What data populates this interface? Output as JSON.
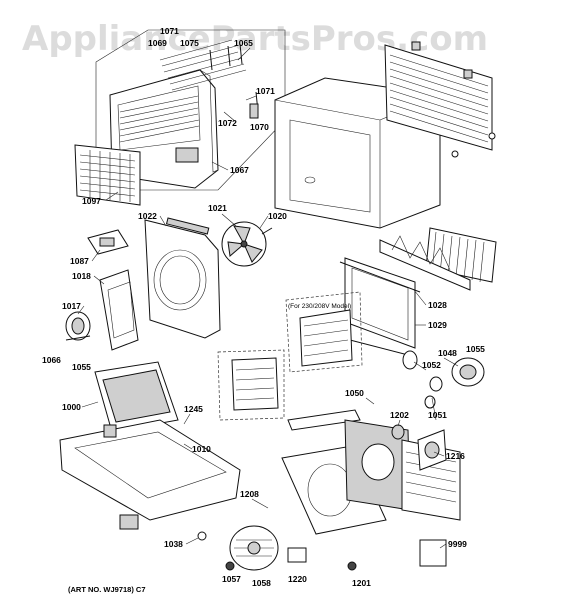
{
  "watermark": "AppliancePartsPros.com",
  "art_number": "(ART NO. WJ9718) C7",
  "model_note": "(For 230/208V Model)",
  "part_labels": {
    "p1071a": "1071",
    "p1069": "1069",
    "p1075": "1075",
    "p1065": "1065",
    "p1071b": "1071",
    "p1072": "1072",
    "p1070": "1070",
    "p1067": "1067",
    "p1097": "1097",
    "p1022": "1022",
    "p1021": "1021",
    "p1020": "1020",
    "p1087": "1087",
    "p1018": "1018",
    "p1017": "1017",
    "p1066": "1066",
    "p1055a": "1055",
    "p1000": "1000",
    "p1245": "1245",
    "p1010": "1010",
    "p1028": "1028",
    "p1029": "1029",
    "p1048": "1048",
    "p1055b": "1055",
    "p1052": "1052",
    "p1050": "1050",
    "p1202": "1202",
    "p1051": "1051",
    "p1216": "1216",
    "p1208": "1208",
    "p1038": "1038",
    "p9999": "9999",
    "p1057": "1057",
    "p1058": "1058",
    "p1220": "1220",
    "p1201": "1201"
  }
}
